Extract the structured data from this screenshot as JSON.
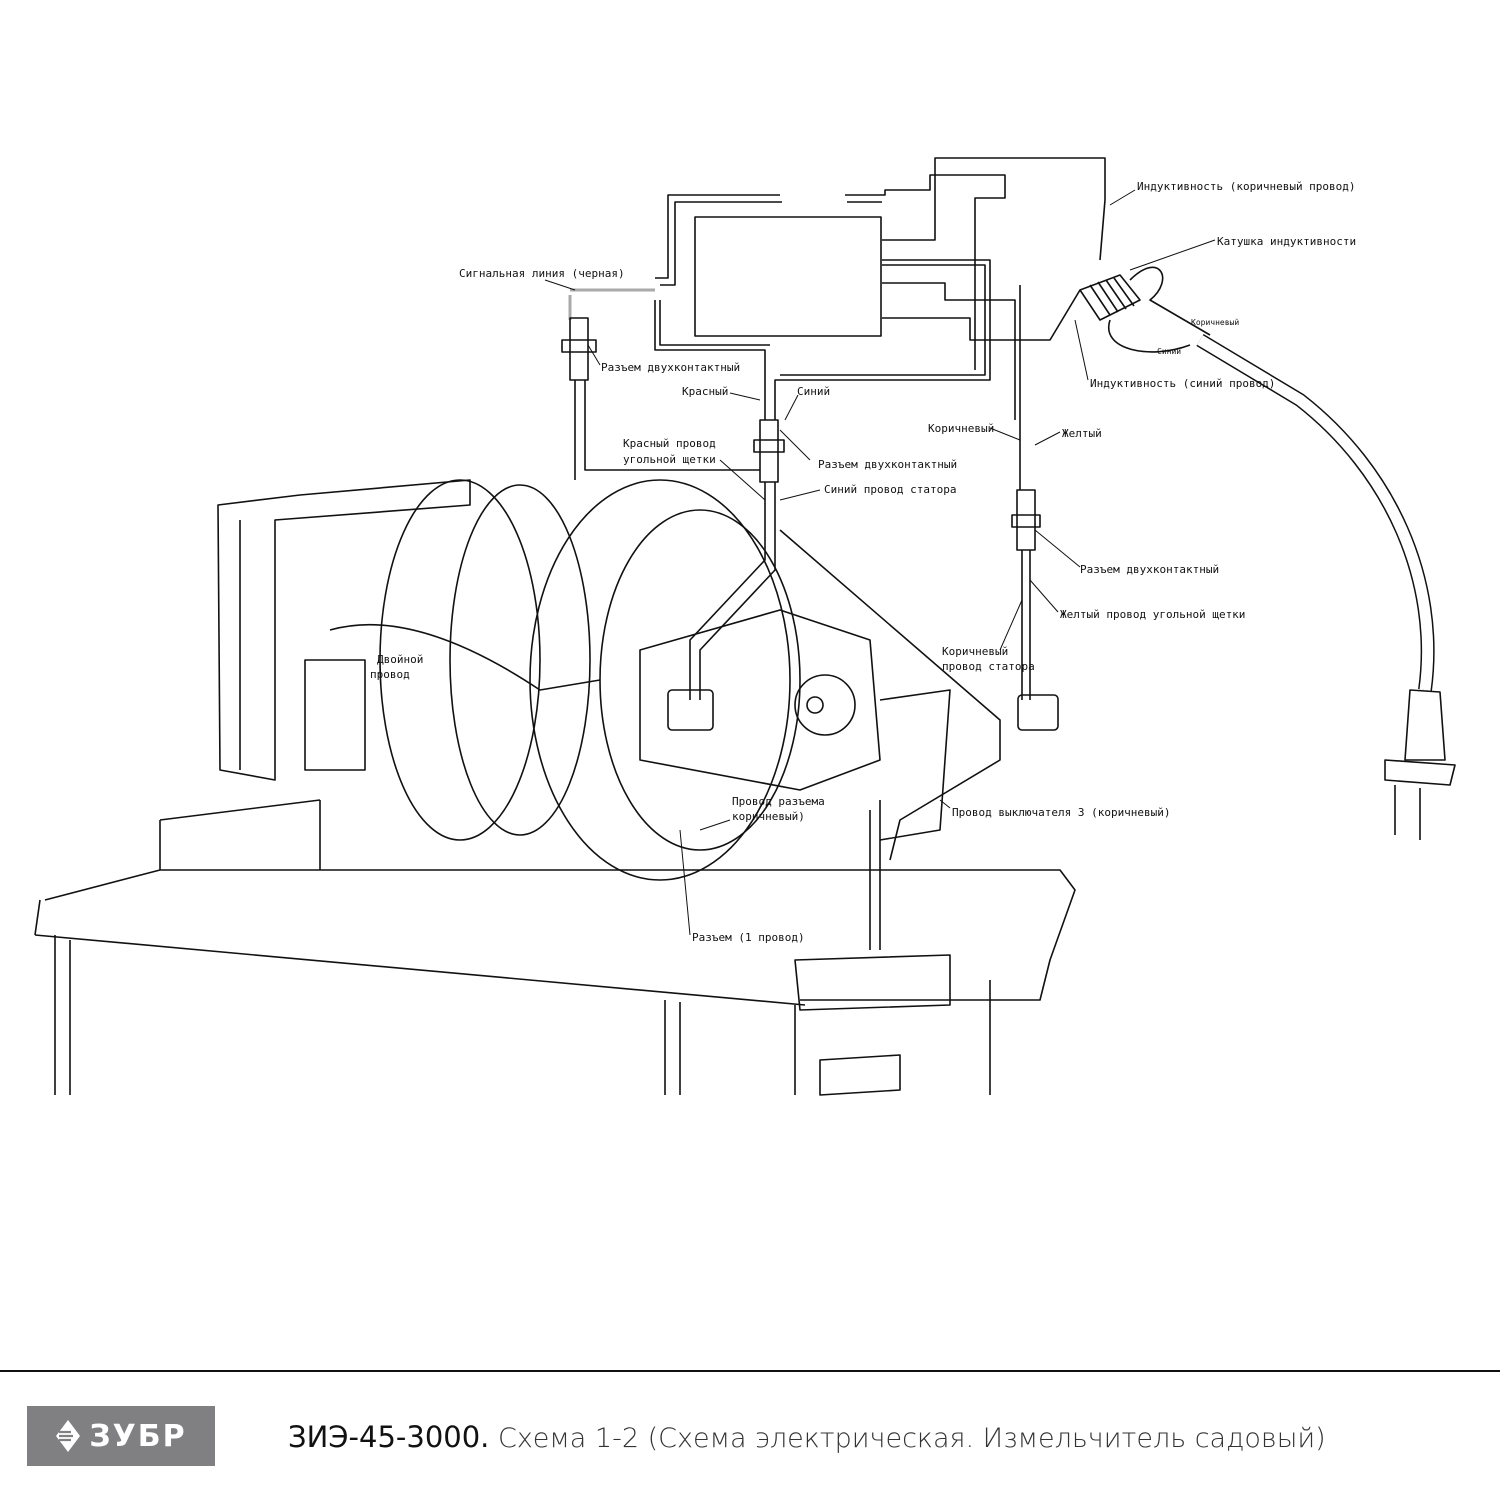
{
  "labels": {
    "signal_line": "Сигнальная линия (черная)",
    "connector_2pin_a": "Разъем двухконтактный",
    "red": "Красный",
    "blue": "Синий",
    "red_brush_wire_1": "Красный провод",
    "red_brush_wire_2": "угольной щетки",
    "connector_2pin_b": "Разъем двухконтактный",
    "blue_stator_wire": "Синий провод статора",
    "inductance_brown": "Индуктивность  (коричневый провод)",
    "inductor_coil": "Катушка индуктивности",
    "cord_brown": "Коричневый",
    "cord_blue": "Синий",
    "inductance_blue": "Индуктивность (синий провод)",
    "brown": "Коричневый",
    "yellow": "Желтый",
    "connector_2pin_c": "Разъем двухконтактный",
    "yellow_brush_wire": "Желтый провод угольной щетки",
    "brown_stator_1": "Коричневый",
    "brown_stator_2": "провод статора",
    "double_wire_1": "Двойной",
    "double_wire_2": "провод",
    "connector_wire_1": "Провод разъема",
    "connector_wire_2": "коричневый)",
    "switch_wire": "Провод выключателя 3 (коричневый)",
    "connector_1wire": "Разъем (1 провод)"
  },
  "footer": {
    "brand": "ЗУБР",
    "model": "ЗИЭ-45-3000.",
    "caption": " Схема 1-2 (Схема электрическая. Измельчитель садовый)"
  },
  "colors": {
    "logo_bg": "#808083",
    "line": "#111111"
  }
}
